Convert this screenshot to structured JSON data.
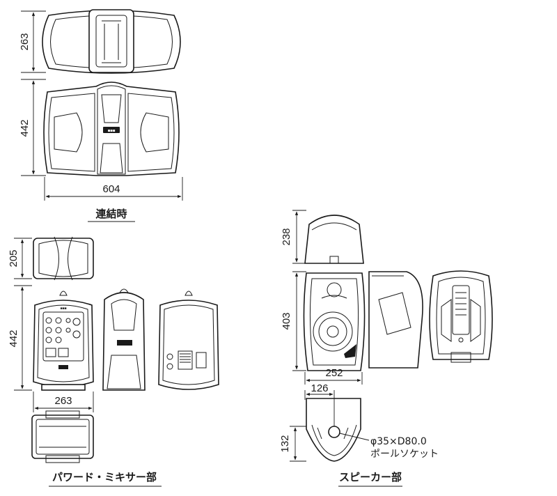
{
  "sections": {
    "combined": {
      "caption": "連結時",
      "dims": {
        "top_depth": "263",
        "height": "442",
        "width": "604"
      },
      "badge_icon": "logo-badge-icon"
    },
    "powered_mixer": {
      "caption": "パワード・ミキサー部",
      "dims": {
        "depth": "205",
        "height": "442",
        "width": "263"
      }
    },
    "speaker": {
      "caption": "スピーカー部",
      "dims": {
        "depth": "238",
        "height": "403",
        "width": "252",
        "bottom_offset": "126",
        "bottom_height": "132"
      },
      "pole_socket": {
        "spec": "φ35×D80.0",
        "label": "ポールソケット"
      }
    }
  },
  "colors": {
    "line": "#1a1a1a",
    "background": "#ffffff"
  }
}
